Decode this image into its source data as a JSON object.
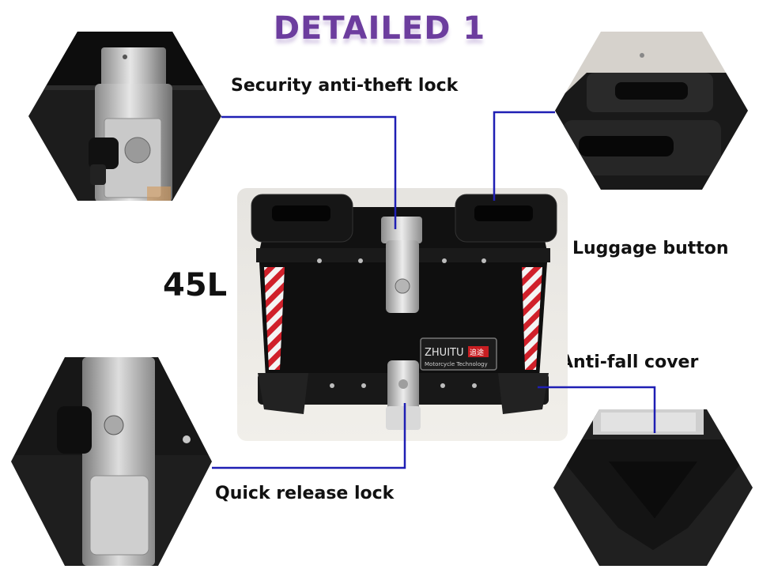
{
  "title": "DETAILED  1",
  "labels": {
    "security_lock": "Security anti-theft lock",
    "luggage_button": "Luggage button",
    "anti_fall_cover": "Anti-fall cover",
    "quick_release_lock": "Quick  release lock",
    "capacity": "45L"
  },
  "product": {
    "brand": "ZHUITU",
    "brand_cn": "追途",
    "tagline": "Motorcycle Technology"
  },
  "colors": {
    "title": "#6c3d9e",
    "connector": "#1f1fb4",
    "box_body": "#141414",
    "reflector_red": "#d0202a"
  }
}
